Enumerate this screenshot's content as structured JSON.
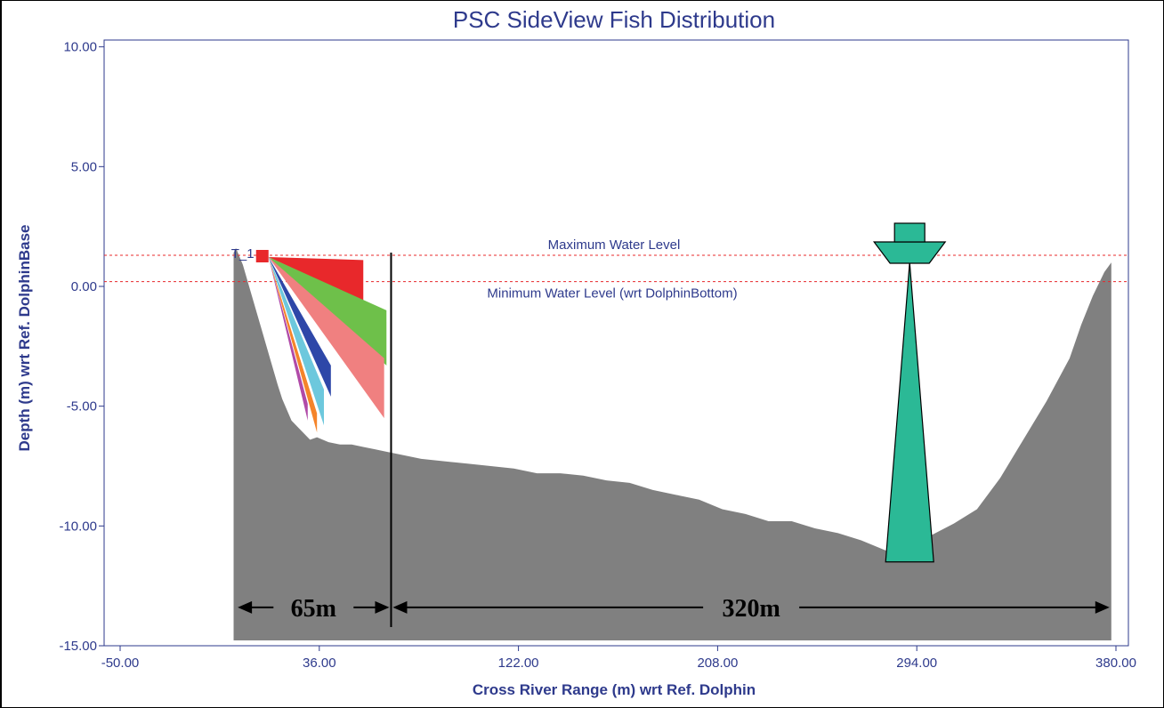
{
  "chart_data": {
    "type": "area",
    "title": "PSC SideView Fish Distribution",
    "xlabel": "Cross River Range (m) wrt Ref. Dolphin",
    "ylabel": "Depth (m) wrt Ref. DolphinBase",
    "xlim": [
      -50,
      385
    ],
    "ylim": [
      -15,
      10.5
    ],
    "x_ticks": [
      "-50.00",
      "36.00",
      "122.00",
      "208.00",
      "294.00",
      "380.00"
    ],
    "x_tick_values": [
      -50,
      36,
      122,
      208,
      294,
      380
    ],
    "y_ticks": [
      "10.00",
      "5.00",
      "0.00",
      "-5.00",
      "-10.00",
      "-15.00"
    ],
    "y_tick_values": [
      10,
      5,
      0,
      -5,
      -10,
      -15
    ],
    "grid": false,
    "water_levels": [
      {
        "label": "Maximum Water Level",
        "y": 1.3,
        "color": "#e8282b"
      },
      {
        "label": "Minimum Water Level (wrt DolphinBottom)",
        "y": 0.2,
        "color": "#e8282b"
      }
    ],
    "riverbed": {
      "color": "#808080",
      "x": [
        -1,
        0,
        3,
        6,
        9,
        12,
        15,
        18,
        20,
        24,
        28,
        30,
        32,
        35,
        40,
        45,
        50,
        55,
        60,
        65,
        70,
        80,
        90,
        100,
        110,
        120,
        130,
        140,
        150,
        160,
        170,
        180,
        190,
        200,
        210,
        220,
        230,
        240,
        250,
        260,
        270,
        275,
        280,
        285,
        290,
        295,
        300,
        310,
        320,
        330,
        340,
        350,
        360,
        365,
        370,
        375,
        378
      ],
      "y": [
        1.4,
        1.6,
        0.9,
        -0.1,
        -1.1,
        -2.1,
        -3.1,
        -4.1,
        -4.7,
        -5.6,
        -6.0,
        -6.2,
        -6.4,
        -6.3,
        -6.5,
        -6.6,
        -6.6,
        -6.7,
        -6.8,
        -6.9,
        -7.0,
        -7.2,
        -7.3,
        -7.4,
        -7.5,
        -7.6,
        -7.8,
        -7.8,
        -7.9,
        -8.1,
        -8.2,
        -8.5,
        -8.7,
        -8.9,
        -9.3,
        -9.5,
        -9.8,
        -9.8,
        -10.1,
        -10.3,
        -10.6,
        -10.8,
        -11.0,
        -11.2,
        -11.1,
        -10.9,
        -10.4,
        -9.9,
        -9.3,
        -8.0,
        -6.4,
        -4.8,
        -3.0,
        -1.6,
        -0.4,
        0.6,
        1.0
      ]
    },
    "transducer": {
      "label": "T_1",
      "x": 11,
      "y": 1.3,
      "color": "#e8282b"
    },
    "beams": [
      {
        "color": "#e8282b",
        "end_x": 55,
        "end_top": 1.1,
        "end_bottom": -0.6
      },
      {
        "color": "#6ec04a",
        "end_x": 65,
        "end_top": -1.0,
        "end_bottom": -3.3
      },
      {
        "color": "#f08080",
        "end_x": 64,
        "end_top": -3.0,
        "end_bottom": -5.5
      },
      {
        "color": "#2e47a8",
        "end_x": 41,
        "end_top": -3.3,
        "end_bottom": -4.6
      },
      {
        "color": "#6dc8dd",
        "end_x": 38,
        "end_top": -4.3,
        "end_bottom": -5.8
      },
      {
        "color": "#f5842a",
        "end_x": 35,
        "end_top": -5.3,
        "end_bottom": -6.1
      },
      {
        "color": "#b04aa8",
        "end_x": 31,
        "end_top": -4.9,
        "end_bottom": -5.6
      }
    ],
    "divider_x": 67,
    "structure": {
      "color": "#2bb996",
      "x": 289,
      "top": 1.0,
      "bottom": -11.5,
      "base_half_width": 10,
      "deck_label": ""
    },
    "dimensions": [
      {
        "label": "65m",
        "from": 0,
        "to": 67,
        "y": -13.4
      },
      {
        "label": "320m",
        "from": 67,
        "to": 378,
        "y": -13.4
      }
    ]
  }
}
